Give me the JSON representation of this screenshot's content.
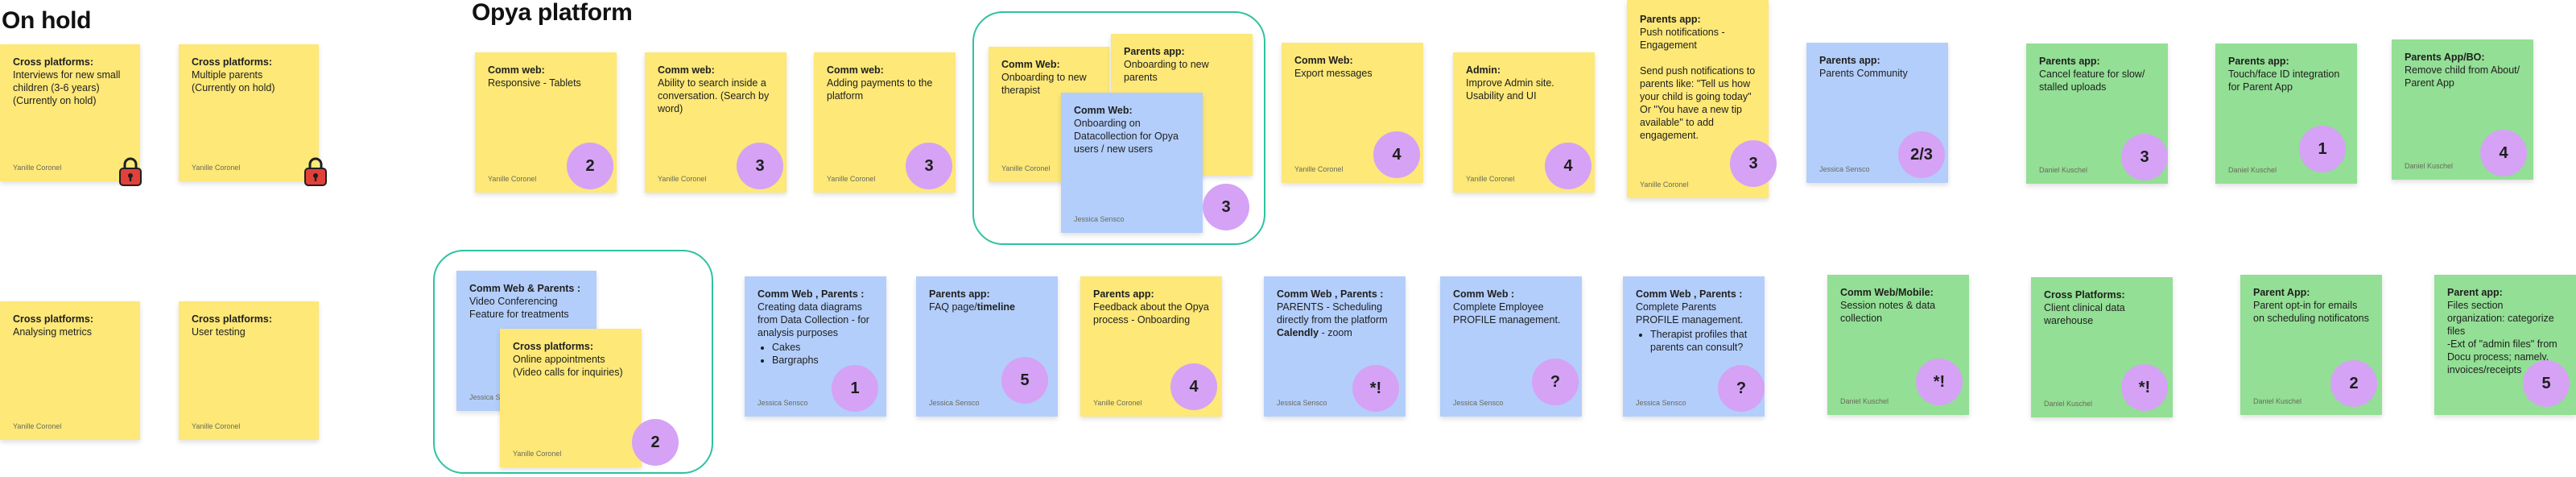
{
  "sections": {
    "on_hold": "On hold",
    "opya": "Opya platform"
  },
  "colors": {
    "yellow": "#fde878",
    "blue": "#b3cefb",
    "green": "#93df95",
    "badge": "#d5a2f5",
    "frame": "#2fc2a0",
    "lock": "#e2403a"
  },
  "notes": {
    "onhold_1": {
      "title": "Cross platforms:",
      "text": "Interviews for new small children (3-6 years)\n(Currently on hold)",
      "author": "Yanille Coronel",
      "icon": "lock-icon"
    },
    "onhold_2": {
      "title": "Cross platforms:",
      "text": "Multiple parents\n(Currently on hold)",
      "author": "Yanille Coronel",
      "icon": "lock-icon"
    },
    "onhold_3": {
      "title": "Cross platforms:",
      "text": "Analysing metrics",
      "author": "Yanille Coronel"
    },
    "onhold_4": {
      "title": "Cross platforms:",
      "text": "User testing",
      "author": "Yanille Coronel"
    },
    "r1_1": {
      "title": "Comm web:",
      "text": "Responsive - Tablets",
      "author": "Yanille Coronel",
      "badge": "2"
    },
    "r1_2": {
      "title": "Comm web:",
      "text": "Ability to search inside a conversation. (Search by word)",
      "author": "Yanille Coronel",
      "badge": "3"
    },
    "r1_3": {
      "title": "Comm web:",
      "text": "Adding payments to the platform",
      "author": "Yanille Coronel",
      "badge": "3"
    },
    "r1_4a": {
      "title": "Comm Web:",
      "text": "Onboarding to new therapist",
      "author": "Yanille Coronel"
    },
    "r1_4b": {
      "title": "Parents app:",
      "text": "Onboarding to new parents",
      "author": ""
    },
    "r1_4c": {
      "title": "Comm Web:",
      "text": "Onboarding on Datacollection for Opya users / new users",
      "author": "Jessica Sensco",
      "badge": "3"
    },
    "r1_5": {
      "title": "Comm Web:",
      "text": "Export messages",
      "author": "Yanille Coronel",
      "badge": "4"
    },
    "r1_6": {
      "title": "Admin:",
      "text": "Improve Admin site. Usability and UI",
      "author": "Yanille Coronel",
      "badge": "4"
    },
    "r1_7": {
      "title": "Parents app:",
      "text": "Push notifications - Engagement\n\nSend push notifications to parents like: \"Tell us how your child is going today\" Or \"You have a new tip available\" to add engagement.",
      "author": "Yanille Coronel",
      "badge": "3"
    },
    "r1_8": {
      "title": "Parents app:",
      "text": "Parents Community",
      "author": "Jessica Sensco",
      "badge": "2/3"
    },
    "r1_9": {
      "title": "Parents app:",
      "text": "Cancel feature for slow/ stalled uploads",
      "author": "Daniel Kuschel",
      "badge": "3"
    },
    "r1_10": {
      "title": "Parents app:",
      "text": "Touch/face ID integration for Parent App",
      "author": "Daniel Kuschel",
      "badge": "1"
    },
    "r1_11": {
      "title": "Parents App/BO:",
      "text": "Remove child from About/ Parent App",
      "author": "Daniel Kuschel",
      "badge": "4"
    },
    "r2_1a": {
      "title": "Comm Web & Parents :",
      "text": "Video Conferencing Feature for treatments",
      "author": "Jessica Sensco"
    },
    "r2_1b": {
      "title": "Cross platforms:",
      "text": "Online appointments (Video calls for inquiries)",
      "author": "Yanille Coronel",
      "badge": "2"
    },
    "r2_2": {
      "title": "Comm Web , Parents :",
      "text": "Creating data diagrams from Data Collection - for analysis purposes",
      "bullets": [
        "Cakes",
        "Bargraphs"
      ],
      "author": "Jessica Sensco",
      "badge": "1"
    },
    "r2_3": {
      "title": "Parents app:",
      "text": "FAQ page/",
      "bold_tail": "timeline",
      "author": "Jessica Sensco",
      "badge": "5"
    },
    "r2_4": {
      "title": "Parents app:",
      "text": "Feedback about the Opya process - Onboarding",
      "author": "Yanille Coronel",
      "badge": "4"
    },
    "r2_5": {
      "title": "Comm Web , Parents :",
      "text": "PARENTS - Scheduling directly from the platform",
      "bold_line": "Calendly",
      "tail": " - zoom",
      "author": "Jessica Sensco",
      "badge": "*!"
    },
    "r2_6": {
      "title": "Comm Web :",
      "text": "Complete Employee PROFILE management.",
      "author": "Jessica Sensco",
      "badge": "?"
    },
    "r2_7": {
      "title": "Comm Web , Parents :",
      "text": "Complete Parents PROFILE management.",
      "bullets": [
        "Therapist profiles that parents can consult?"
      ],
      "author": "Jessica Sensco",
      "badge": "?"
    },
    "r2_8": {
      "title": "Comm Web/Mobile:",
      "text": "Session notes & data collection",
      "author": "Daniel Kuschel",
      "badge": "*!"
    },
    "r2_9": {
      "title": "Cross Platforms:",
      "text": "Client clinical data warehouse",
      "author": "Daniel Kuschel",
      "badge": "*!"
    },
    "r2_10": {
      "title": "Parent App:",
      "text": "Parent opt-in for emails on scheduling notificatons",
      "author": "Daniel Kuschel",
      "badge": "2"
    },
    "r2_11": {
      "title": "Parent app:",
      "text": "Files section organization: categorize files\n-Ext of \"admin files\" from Docu process; namely, invoices/receipts",
      "author": "",
      "badge": "5"
    }
  }
}
